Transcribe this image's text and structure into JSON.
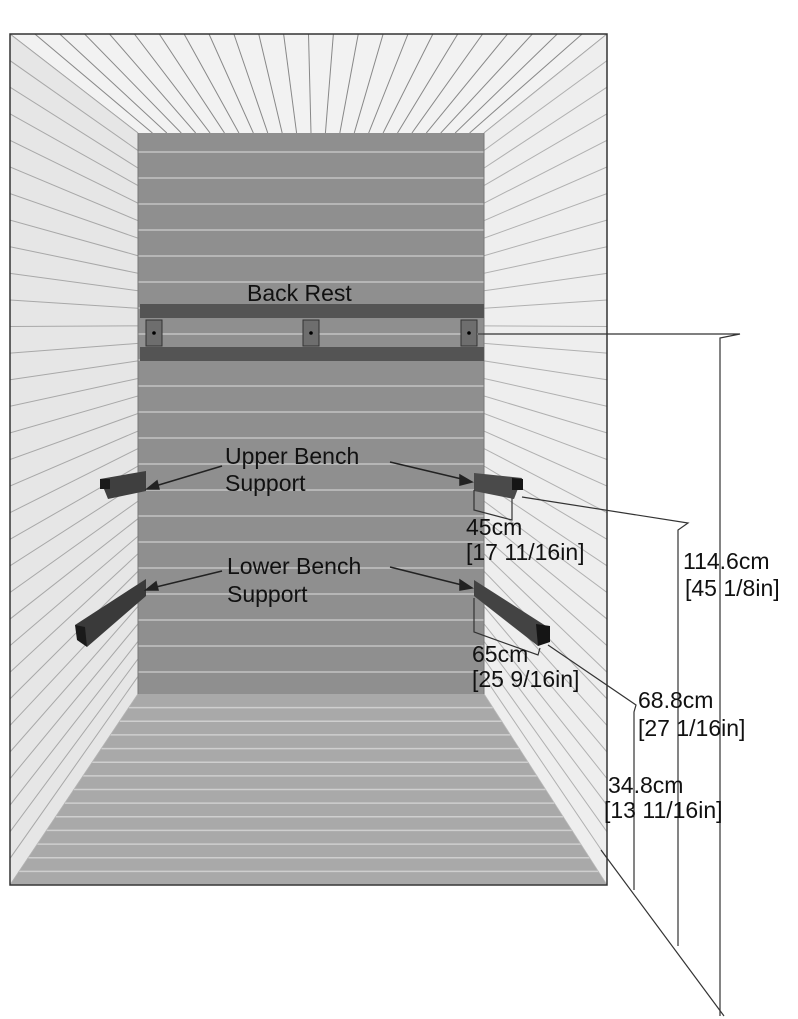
{
  "labels": {
    "back_rest": "Back Rest",
    "upper_bench_1": "Upper Bench",
    "upper_bench_2": "Support",
    "lower_bench_1": "Lower Bench",
    "lower_bench_2": "Support"
  },
  "dimensions": {
    "upper_depth_cm": "45cm",
    "upper_depth_in": "[17 11/16in]",
    "lower_depth_cm": "65cm",
    "lower_depth_in": "[25 9/16in]",
    "back_rest_height_cm": "114.6cm",
    "back_rest_height_in": "[45 1/8in]",
    "upper_height_cm": "68.8cm",
    "upper_height_in": "[27 1/16in]",
    "lower_height_cm": "34.8cm",
    "lower_height_in": "[13 11/16in]"
  },
  "colors": {
    "back_wall": "#8f8f8f",
    "side_wall": "#e4e4e4",
    "ceiling": "#f2f2f2",
    "floor": "#a9a9a9",
    "support": "#3e3e3e",
    "outline": "#333333"
  }
}
